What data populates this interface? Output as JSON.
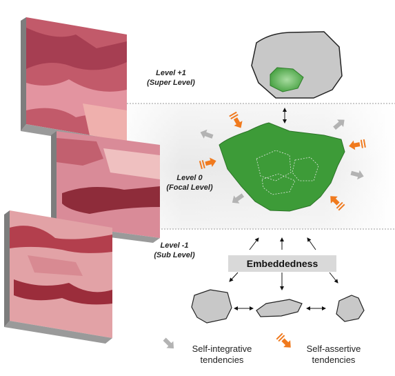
{
  "levels": [
    {
      "name": "Level +1",
      "sub": "(Super Level)"
    },
    {
      "name": "Level 0",
      "sub": "(Focal Level)"
    },
    {
      "name": "Level -1",
      "sub": "(Sub Level)"
    }
  ],
  "embeddedness": "Embeddedness",
  "legend": {
    "integrative": {
      "line1": "Self-integrative",
      "line2": "tendencies",
      "color": "#b3b3b3"
    },
    "assertive": {
      "line1": "Self-assertive",
      "line2": "tendencies",
      "color": "#f07a1e"
    }
  },
  "colors": {
    "focal_green": "#3d9b38",
    "patch_gray": "#c8c8c8",
    "band_gray": "#e6e6e6",
    "photo_pink": "#d9828e"
  }
}
